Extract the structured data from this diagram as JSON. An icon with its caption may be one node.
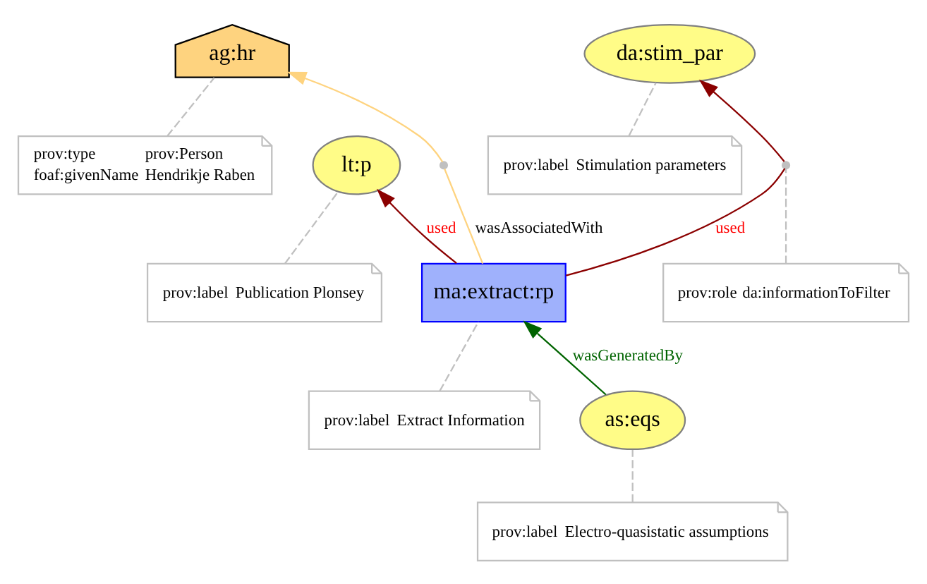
{
  "diagram": {
    "nodes": [
      {
        "text": [
          "ag:hr"
        ]
      },
      {
        "text": [
          "prov:type",
          "prov:Person",
          "foaf:givenName",
          "Hendrikje Raben"
        ]
      },
      {
        "text": [
          "da:stim_par"
        ]
      },
      {
        "text": [
          "prov:label",
          "Stimulation parameters"
        ]
      },
      {
        "text": [
          "lt:p"
        ]
      },
      {
        "text": [],
        "shape": "circle"
      },
      {
        "text": [],
        "shape": "circle"
      },
      {
        "text": [
          "prov:label",
          "Publication Plonsey"
        ]
      },
      {
        "text": [
          "ma:extract:rp"
        ]
      },
      {
        "text": [
          "prov:role",
          "da:informationToFilter"
        ]
      },
      {
        "text": [
          "prov:label",
          "Extract Information"
        ]
      },
      {
        "text": [
          "as:eqs"
        ]
      },
      {
        "text": [
          "prov:label",
          "Electro-quasistatic assumptions"
        ]
      }
    ],
    "edges": [
      {
        "from": 1,
        "to": 0,
        "arrow": "none",
        "style": "dashed",
        "color": "#c0c0c0"
      },
      {
        "from": 3,
        "to": 2,
        "arrow": "none",
        "style": "dashed",
        "color": "#c0c0c0"
      },
      {
        "from": 8,
        "to": 5,
        "arrow": "none",
        "label": "wasAssociatedWith",
        "color": "#fed37f"
      },
      {
        "from": 5,
        "to": 0,
        "arrow": "to",
        "color": "#fed37f"
      },
      {
        "from": 8,
        "to": 4,
        "arrow": "to",
        "label": "used",
        "color": "#8b0000"
      },
      {
        "from": 7,
        "to": 4,
        "arrow": "none",
        "style": "dashed",
        "color": "#c0c0c0"
      },
      {
        "from": 8,
        "to": 6,
        "arrow": "none",
        "label": "used",
        "color": "#8b0000"
      },
      {
        "from": 6,
        "to": 2,
        "arrow": "to",
        "color": "#8b0000"
      },
      {
        "from": 9,
        "to": 6,
        "arrow": "none",
        "style": "dashed",
        "color": "#c0c0c0"
      },
      {
        "from": 10,
        "to": 8,
        "arrow": "none",
        "style": "dashed",
        "color": "#c0c0c0"
      },
      {
        "from": 11,
        "to": 8,
        "arrow": "to",
        "label": "wasGeneratedBy",
        "color": "#006400"
      },
      {
        "from": 12,
        "to": 11,
        "arrow": "none",
        "style": "dashed",
        "color": "#c0c0c0"
      }
    ]
  }
}
